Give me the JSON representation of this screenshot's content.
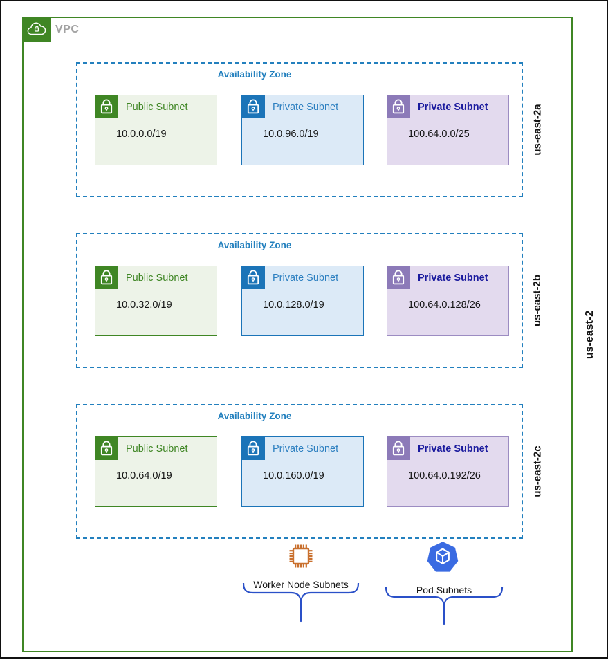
{
  "diagram": {
    "vpc_label": "VPC",
    "region_label": "us-east-2"
  },
  "zones": [
    {
      "title": "Availability Zone",
      "az": "us-east-2a",
      "subnets": [
        {
          "label": "Public Subnet",
          "cidr": "10.0.0.0/19"
        },
        {
          "label": "Private Subnet",
          "cidr": "10.0.96.0/19"
        },
        {
          "label": "Private Subnet",
          "cidr": "100.64.0.0/25"
        }
      ]
    },
    {
      "title": "Availability Zone",
      "az": "us-east-2b",
      "subnets": [
        {
          "label": "Public Subnet",
          "cidr": "10.0.32.0/19"
        },
        {
          "label": "Private Subnet",
          "cidr": "10.0.128.0/19"
        },
        {
          "label": "Private Subnet",
          "cidr": "100.64.0.128/26"
        }
      ]
    },
    {
      "title": "Availability Zone",
      "az": "us-east-2c",
      "subnets": [
        {
          "label": "Public Subnet",
          "cidr": "10.0.64.0/19"
        },
        {
          "label": "Private Subnet",
          "cidr": "10.0.160.0/19"
        },
        {
          "label": "Private Subnet",
          "cidr": "100.64.0.192/26"
        }
      ]
    }
  ],
  "legend": {
    "worker_label": "Worker Node Subnets",
    "pod_label": "Pod Subnets"
  },
  "icons": {
    "vpc": "vpc-cloud-lock-icon",
    "public_subnet": "open-lock-icon",
    "private_subnet": "lock-icon",
    "worker": "cpu-chip-icon",
    "pods": "kubernetes-heptagon-cube-icon"
  },
  "colors": {
    "vpc_green": "#3F8624",
    "public_fill": "#EDF3E8",
    "private_blue": "#1B74B8",
    "private_blue_fill": "#DCEAF7",
    "private_purple": "#8C7AB8",
    "private_purple_fill": "#E3DAEE",
    "private_purple_text": "#1B1B9E",
    "az_dashed_blue": "#2380BE",
    "brace_blue": "#2A50C8",
    "chip_orange": "#C9702E",
    "pod_hexagon_blue": "#3A6BE2",
    "vpc_label_gray": "#A2A2A2"
  }
}
